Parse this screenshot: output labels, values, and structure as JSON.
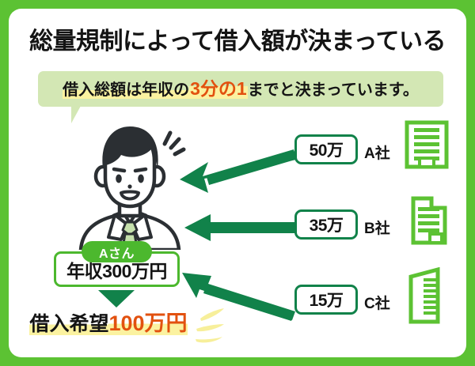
{
  "frame": {
    "border_color": "#5cc233",
    "panel_background": "#ffffff"
  },
  "title": "総量規制によって借入額が決まっている",
  "banner": {
    "text_before": "借入総額は年収の",
    "highlight": "3分の1",
    "text_after": "までと決まっています。",
    "background_color": "#d3e7b4",
    "highlight_color": "#e2510f",
    "marker_color": "#fbf2a0"
  },
  "person": {
    "badge_label": "Aさん",
    "badge_color": "#4cb82e",
    "income_label": "年収300万円",
    "hair_color": "#2b2f33",
    "tie_color": "#c5e0ac",
    "icon": "surprised-businessman-illustration"
  },
  "wish": {
    "label": "借入希望",
    "amount": "100万円",
    "amount_color": "#e2510f",
    "marker_color": "#fbf2a0"
  },
  "arrows": {
    "color": "#11824a"
  },
  "companies": [
    {
      "amount": "50万",
      "name": "A社",
      "building_icon": "office-building-icon",
      "building_color": "#5cc233"
    },
    {
      "amount": "35万",
      "name": "B社",
      "building_icon": "factory-building-icon",
      "building_color": "#5cc233"
    },
    {
      "amount": "15万",
      "name": "C社",
      "building_icon": "tower-building-icon",
      "building_color": "#5cc233"
    }
  ]
}
